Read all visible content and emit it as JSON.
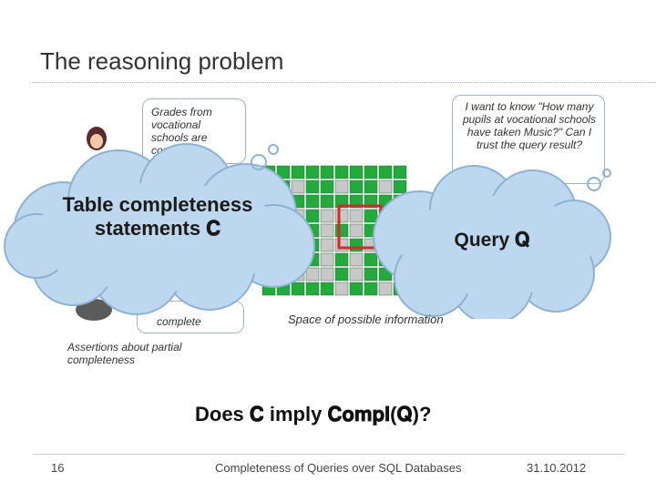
{
  "slide": {
    "title": "The reasoning problem",
    "left_callout": "Grades from vocational schools are complete",
    "right_callout": "I want to know \"How many pupils at vocational schools have taken Music?\" Can I trust the query result?",
    "lower_callout": "complete",
    "assertions_caption": "Assertions about partial completeness",
    "left_cloud": "Table completeness statements 𝐂",
    "right_cloud": "Query 𝐐",
    "grid_caption": "Space of possible information",
    "question": "Does 𝐂 imply 𝐂𝐨𝐦𝐩𝐥(𝐐)?",
    "page_number": "16",
    "footer_text": "Completeness of Queries over SQL Databases",
    "date": "31.10.2012"
  },
  "colors": {
    "cloud_fill": "#bcd7ee",
    "cloud_stroke": "#8fb2d2",
    "green": "#22aa3c",
    "gray": "#c8c8c8",
    "red": "#d42a2a"
  }
}
